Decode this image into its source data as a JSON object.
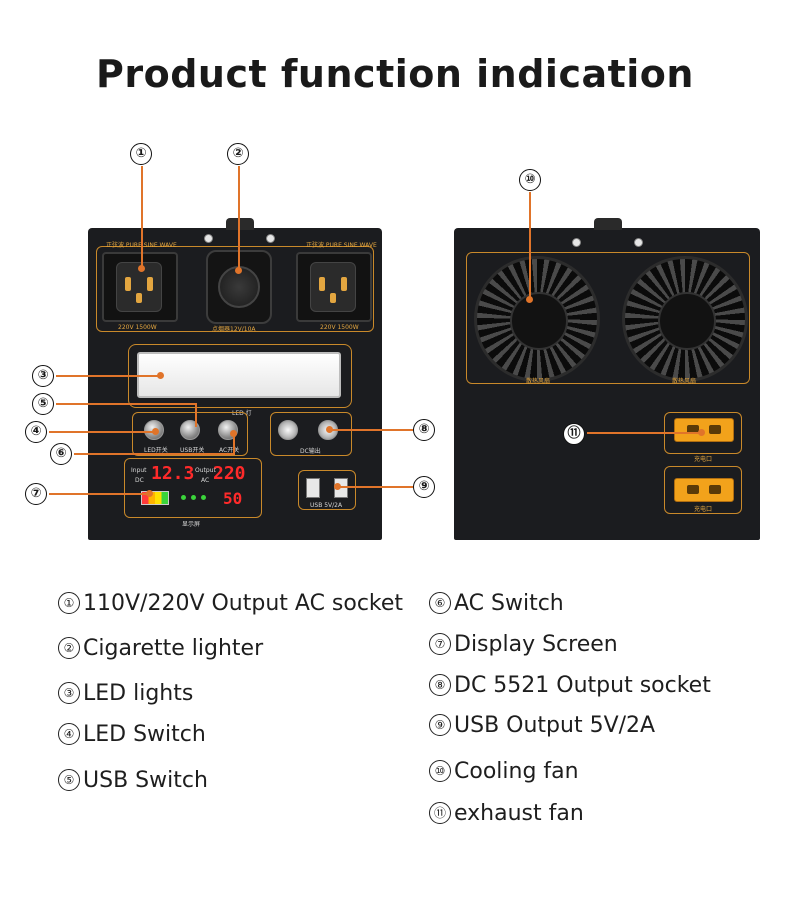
{
  "title": "Product function indication",
  "front_panel": {
    "socket_top_label_left": "正弦波 PURE SINE WAVE",
    "socket_top_label_right": "正弦波 PURE SINE WAVE",
    "socket_bottom_label_left": "220V 1500W",
    "socket_bottom_label_right": "220V 1500W",
    "lighter_label": "点烟器12V/10A",
    "led_light_label": "LED 灯",
    "switch_labels": [
      "LED开关",
      "USB开关",
      "AC开关"
    ],
    "dc_output_label": "DC输出",
    "usb_label": "USB 5V/2A",
    "display": {
      "input_label": "Input",
      "dc_label": "DC",
      "input_value": "12.3",
      "output_label": "Output",
      "ac_label": "AC",
      "output_value": "220",
      "freq_value": "50",
      "screen_label": "显示屏"
    }
  },
  "back_panel": {
    "fan_label_left": "散热风扇",
    "fan_label_right": "散热风扇",
    "charge_label_1": "充电口",
    "charge_label_2": "充电口"
  },
  "callouts": [
    "①",
    "②",
    "③",
    "④",
    "⑤",
    "⑥",
    "⑦",
    "⑧",
    "⑨",
    "⑩",
    "⑪"
  ],
  "legend_left": [
    {
      "num": "①",
      "text": "110V/220V Output AC socket"
    },
    {
      "num": "②",
      "text": "Cigarette lighter"
    },
    {
      "num": "③",
      "text": "LED lights"
    },
    {
      "num": "④",
      "text": "LED Switch"
    },
    {
      "num": "⑤",
      "text": "USB Switch"
    }
  ],
  "legend_right": [
    {
      "num": "⑥",
      "text": "AC Switch"
    },
    {
      "num": "⑦",
      "text": "Display Screen"
    },
    {
      "num": "⑧",
      "text": "DC 5521 Output socket"
    },
    {
      "num": "⑨",
      "text": "USB Output 5V/2A"
    },
    {
      "num": "⑩",
      "text": "Cooling fan"
    },
    {
      "num": "⑪",
      "text": "exhaust fan"
    }
  ],
  "colors": {
    "accent": "#e0742a",
    "panel": "#1b1c1f",
    "trim": "#c9892a",
    "led_red": "#ff2a2a",
    "connector": "#f2a21b"
  }
}
